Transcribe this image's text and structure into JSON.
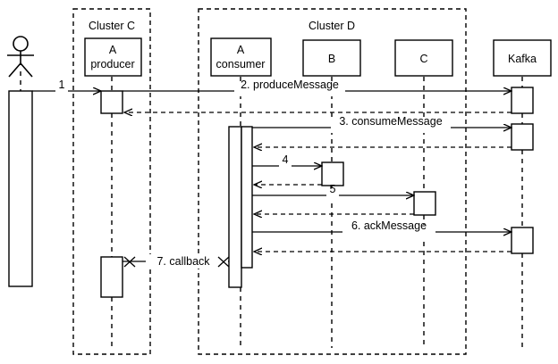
{
  "diagram": {
    "type": "uml-sequence-diagram",
    "background": "#ffffff",
    "line_color": "#000000"
  },
  "frames": [
    {
      "id": "cluster-c",
      "label": "Cluster C"
    },
    {
      "id": "cluster-d",
      "label": "Cluster D"
    }
  ],
  "participants": [
    {
      "id": "actor",
      "label": "",
      "label2": "",
      "kind": "actor"
    },
    {
      "id": "producer",
      "label": "A",
      "label2": "producer",
      "kind": "box"
    },
    {
      "id": "consumer",
      "label": "A",
      "label2": "consumer",
      "kind": "box"
    },
    {
      "id": "b",
      "label": "B",
      "label2": "",
      "kind": "box"
    },
    {
      "id": "c",
      "label": "C",
      "label2": "",
      "kind": "box"
    },
    {
      "id": "kafka",
      "label": "Kafka",
      "label2": "",
      "kind": "box"
    }
  ],
  "messages": [
    {
      "id": "m1",
      "label": "1",
      "from": "actor",
      "to": "producer",
      "kind": "call"
    },
    {
      "id": "m2",
      "label": "2. produceMessage",
      "from": "producer",
      "to": "kafka",
      "kind": "call"
    },
    {
      "id": "r2",
      "label": "",
      "from": "kafka",
      "to": "producer",
      "kind": "return"
    },
    {
      "id": "m3",
      "label": "3. consumeMessage",
      "from": "consumer",
      "to": "kafka",
      "kind": "call"
    },
    {
      "id": "r3",
      "label": "",
      "from": "kafka",
      "to": "consumer",
      "kind": "return"
    },
    {
      "id": "m4",
      "label": "4",
      "from": "consumer",
      "to": "b",
      "kind": "call"
    },
    {
      "id": "r4",
      "label": "",
      "from": "b",
      "to": "consumer",
      "kind": "return"
    },
    {
      "id": "m5",
      "label": "5",
      "from": "consumer",
      "to": "c",
      "kind": "call"
    },
    {
      "id": "r5",
      "label": "",
      "from": "c",
      "to": "consumer",
      "kind": "return"
    },
    {
      "id": "m6",
      "label": "6. ackMessage",
      "from": "consumer",
      "to": "kafka",
      "kind": "call"
    },
    {
      "id": "r6",
      "label": "",
      "from": "kafka",
      "to": "consumer",
      "kind": "return"
    },
    {
      "id": "m7",
      "label": "7. callback",
      "from": "consumer",
      "to": "producer",
      "kind": "blocked"
    }
  ]
}
